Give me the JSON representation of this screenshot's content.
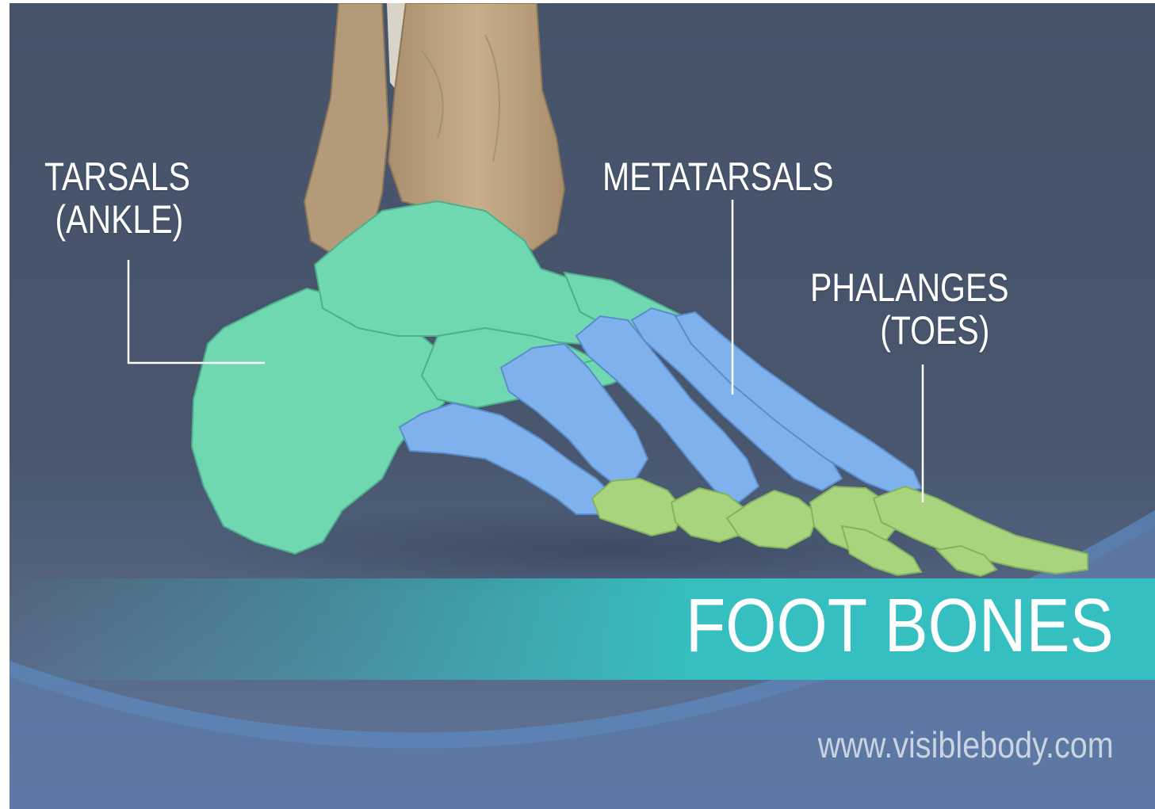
{
  "labels": {
    "tarsals": [
      "TARSALS",
      "(ANKLE)"
    ],
    "metatarsals": "METATARSALS",
    "phalanges": [
      "PHALANGES",
      "(TOES)"
    ]
  },
  "title": "FOOT BONES",
  "website": "www.visiblebody.com",
  "colors": {
    "background_top": "#46546a",
    "background_bottom": "#5f7397",
    "tarsals": "#6fd8b0",
    "metatarsals": "#7fb2ec",
    "phalanges": "#a9d47e",
    "leg_bones": "#c2a784",
    "title_band": "#36bfc0",
    "arc": "#5b8fc6"
  }
}
